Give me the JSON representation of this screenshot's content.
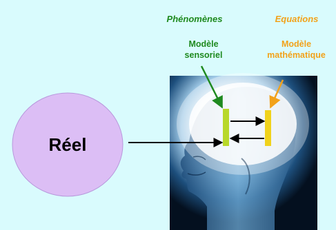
{
  "headings": {
    "phenomena": "Phénomènes",
    "equations": "Equations"
  },
  "labels": {
    "sensory_model_line1": "Modèle",
    "sensory_model_line2": "sensoriel",
    "math_model_line1": "Modèle",
    "math_model_line2": "mathématique"
  },
  "reality": {
    "label": "Réel"
  },
  "colors": {
    "background": "#d9fbfd",
    "green": "#1f8a1f",
    "orange": "#f2a21a",
    "reality_fill": "#dcbef5",
    "sensory_bar": "#b8d82a",
    "math_bar": "#f0d21c"
  }
}
